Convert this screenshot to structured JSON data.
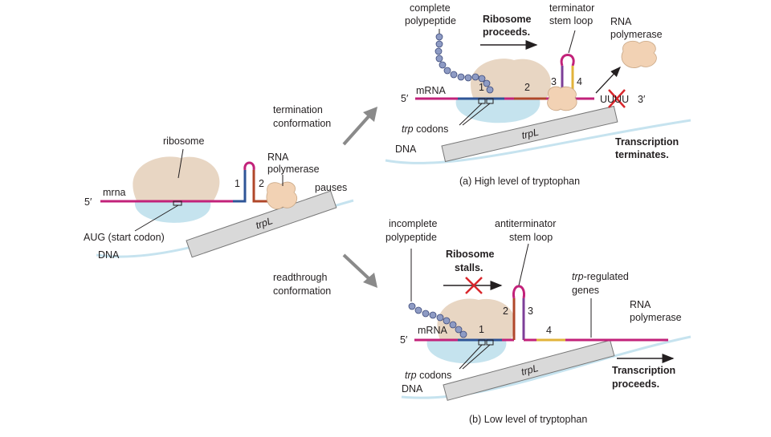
{
  "colors": {
    "mrna": "#c2227a",
    "ribosome": "#e8d6c3",
    "ribosome_lower": "#c5e3ee",
    "dna": "#c6e3ef",
    "gene_box": "#d9d9d9",
    "region1": "#2f5597",
    "region2": "#b0472a",
    "region3": "#7d3f98",
    "region4": "#e2b33a",
    "polypeptide": "#8e9bc4",
    "arrow_gray": "#8a8a8a",
    "red_x": "#d9262c"
  },
  "left": {
    "ribosome": "ribosome",
    "mrna": "mrna",
    "five_prime": "5′",
    "region1": "1",
    "region2": "2",
    "rna_polymerase_line1": "RNA",
    "rna_polymerase_line2": "polymerase",
    "pauses": "pauses",
    "aug": "AUG (start codon)",
    "dna": "DNA",
    "gene": "trpL"
  },
  "middle": {
    "termination_line1": "termination",
    "termination_line2": "conformation",
    "readthrough_line1": "readthrough",
    "readthrough_line2": "conformation"
  },
  "panel_a": {
    "complete_line1": "complete",
    "complete_line2": "polypeptide",
    "ribosome_proceeds_line1": "Ribosome",
    "ribosome_proceeds_line2": "proceeds.",
    "terminator_line1": "terminator",
    "terminator_line2": "stem loop",
    "rna_pol_line1": "RNA",
    "rna_pol_line2": "polymerase",
    "mrna": "mRNA",
    "five_prime": "5′",
    "region1": "1",
    "region2": "2",
    "region3": "3",
    "region4": "4",
    "three_prime": "3′",
    "uuu": "UUUU",
    "trp_codons_italic": "trp",
    "trp_codons_rest": " codons",
    "dna": "DNA",
    "gene": "trpL",
    "terminates_line1": "Transcription",
    "terminates_line2": "terminates.",
    "caption": "(a) High level of tryptophan"
  },
  "panel_b": {
    "incomplete_line1": "incomplete",
    "incomplete_line2": "polypeptide",
    "ribosome_stalls_line1": "Ribosome",
    "ribosome_stalls_line2": "stalls.",
    "antiterminator_line1": "antiterminator",
    "antiterminator_line2": "stem loop",
    "regulated_italic": "trp",
    "regulated_rest": "-regulated",
    "regulated_line2": "genes",
    "rna_pol_line1": "RNA",
    "rna_pol_line2": "polymerase",
    "mrna": "mRNA",
    "five_prime": "5′",
    "region1": "1",
    "region2": "2",
    "region3": "3",
    "region4": "4",
    "trp_codons_italic": "trp",
    "trp_codons_rest": " codons",
    "dna": "DNA",
    "gene": "trpL",
    "proceeds_line1": "Transcription",
    "proceeds_line2": "proceeds.",
    "caption": "(b) Low level of tryptophan"
  }
}
